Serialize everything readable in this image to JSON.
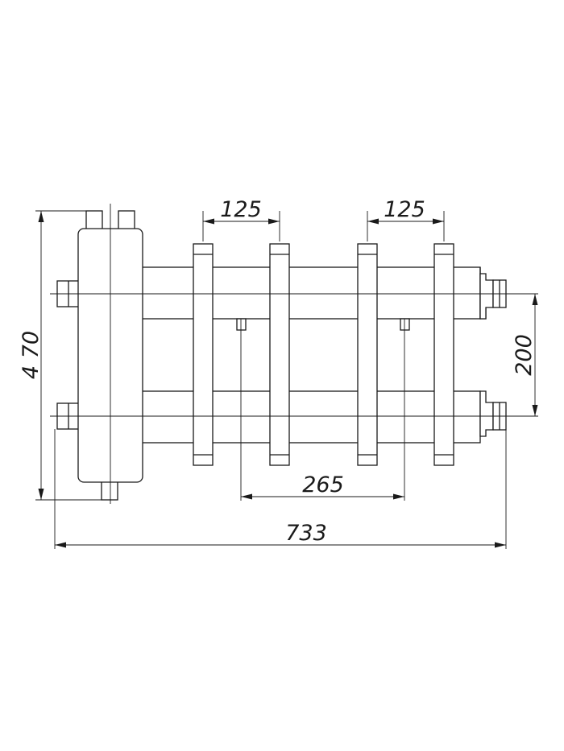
{
  "drawing": {
    "type": "technical-drawing",
    "subject": "hydraulic manifold with hydraulic separator",
    "line_color": "#1a1a1a",
    "background": "#ffffff",
    "dimensions": {
      "width_total": "733",
      "height_total": "4 70",
      "top_spacing_left": "125",
      "top_spacing_right": "125",
      "center_distance": "265",
      "header_distance": "200"
    }
  }
}
